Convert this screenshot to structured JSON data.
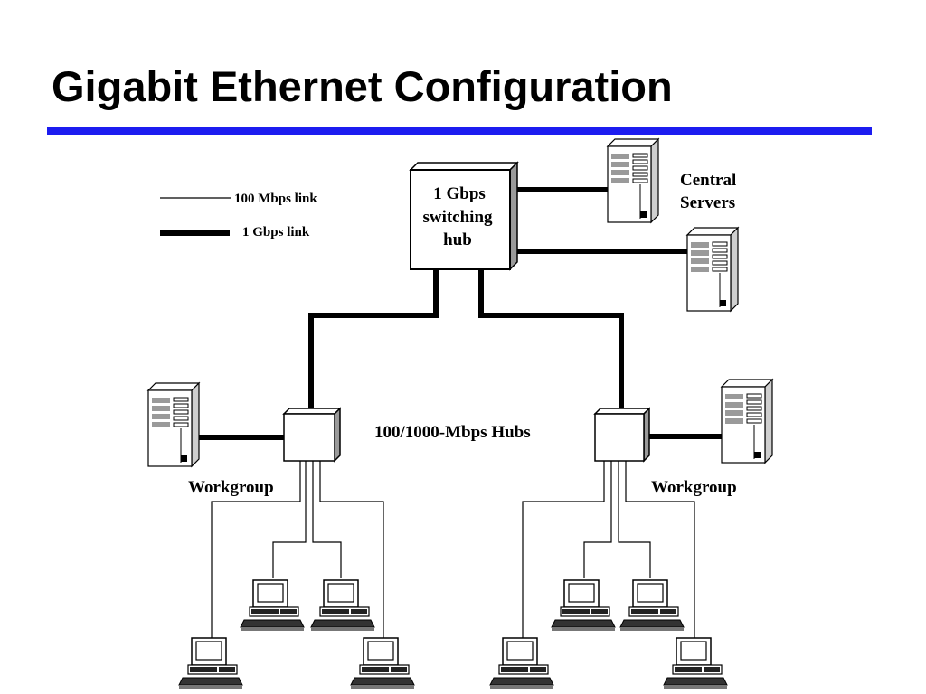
{
  "title": "Gigabit Ethernet Configuration",
  "legend": {
    "thin_label": "100 Mbps link",
    "thick_label": "1 Gbps link"
  },
  "switch_hub": {
    "line1": "1 Gbps",
    "line2": "switching",
    "line3": "hub"
  },
  "central_servers": {
    "line1": "Central",
    "line2": "Servers"
  },
  "hubs_label": "100/1000-Mbps Hubs",
  "workgroups": [
    "Workgroup",
    "Workgroup"
  ],
  "colors": {
    "title_rule": "#1c1cf0",
    "line": "#000000",
    "device_shade": "#9a9a9a"
  }
}
